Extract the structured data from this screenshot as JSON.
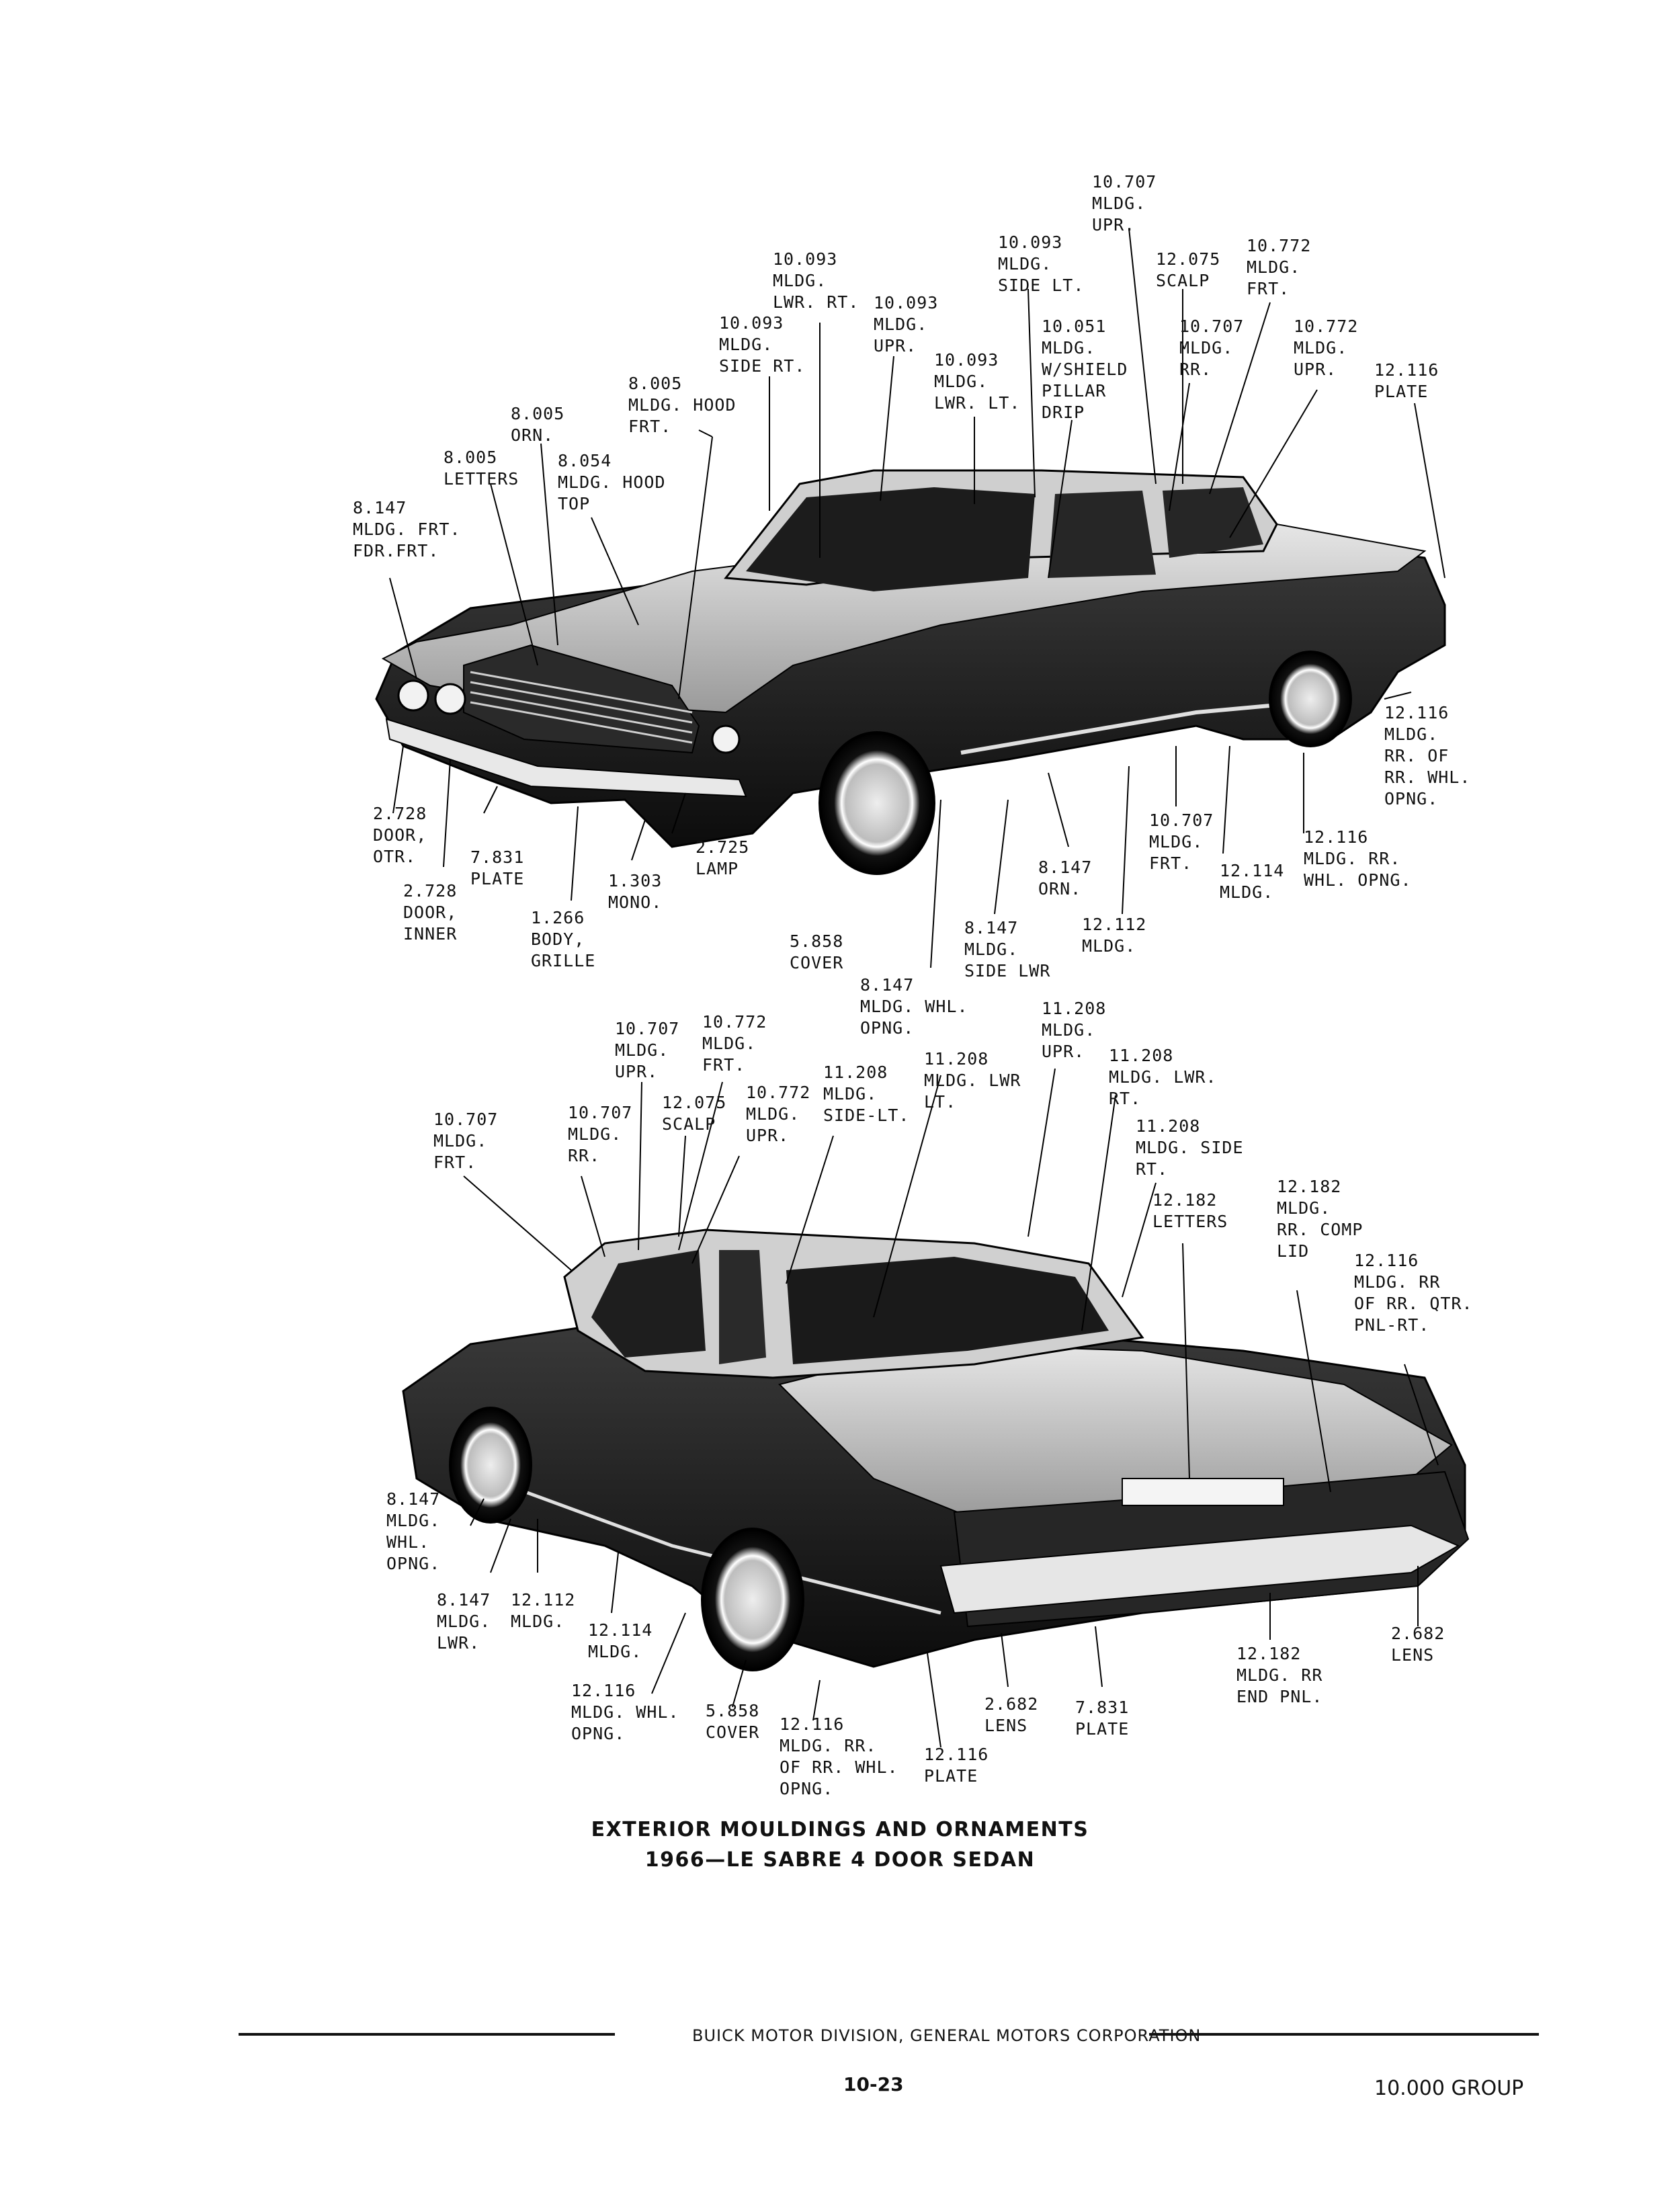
{
  "upper_callouts": [
    {
      "id": "u01",
      "text": "10.707\nMLDG.\nUPR."
    },
    {
      "id": "u02",
      "text": "10.093\nMLDG.\nSIDE LT."
    },
    {
      "id": "u03",
      "text": "12.075\nSCALP"
    },
    {
      "id": "u04",
      "text": "10.772\nMLDG.\nFRT."
    },
    {
      "id": "u05",
      "text": "10.093\nMLDG.\nLWR. RT."
    },
    {
      "id": "u06",
      "text": "10.093\nMLDG.\nUPR."
    },
    {
      "id": "u07",
      "text": "10.093\nMLDG.\nSIDE RT."
    },
    {
      "id": "u08",
      "text": "10.051\nMLDG.\nW/SHIELD\nPILLAR\nDRIP"
    },
    {
      "id": "u09",
      "text": "10.707\nMLDG.\nRR."
    },
    {
      "id": "u10",
      "text": "10.772\nMLDG.\nUPR."
    },
    {
      "id": "u11",
      "text": "12.116\nPLATE"
    },
    {
      "id": "u12",
      "text": "10.093\nMLDG.\nLWR. LT."
    },
    {
      "id": "u13",
      "text": "8.005\nMLDG. HOOD\nFRT."
    },
    {
      "id": "u14",
      "text": "8.005\nORN."
    },
    {
      "id": "u15",
      "text": "8.005\nLETTERS"
    },
    {
      "id": "u16",
      "text": "8.054\nMLDG. HOOD\nTOP"
    },
    {
      "id": "u17",
      "text": "8.147\nMLDG. FRT.\nFDR.FRT."
    },
    {
      "id": "u18",
      "text": "12.116\nMLDG.\nRR. OF\nRR. WHL.\nOPNG."
    },
    {
      "id": "u19",
      "text": "2.728\nDOOR,\nOTR."
    },
    {
      "id": "u20",
      "text": "7.831\nPLATE"
    },
    {
      "id": "u21",
      "text": "2.725\nLAMP"
    },
    {
      "id": "u22",
      "text": "10.707\nMLDG.\nFRT."
    },
    {
      "id": "u23",
      "text": "12.116\nMLDG. RR.\nWHL. OPNG."
    },
    {
      "id": "u24",
      "text": "8.147\nORN."
    },
    {
      "id": "u25",
      "text": "12.114\nMLDG."
    },
    {
      "id": "u26",
      "text": "2.728\nDOOR,\nINNER"
    },
    {
      "id": "u27",
      "text": "1.303\nMONO."
    },
    {
      "id": "u28",
      "text": "1.266\nBODY,\nGRILLE"
    },
    {
      "id": "u29",
      "text": "5.858\nCOVER"
    },
    {
      "id": "u30",
      "text": "8.147\nMLDG.\nSIDE LWR"
    },
    {
      "id": "u31",
      "text": "12.112\nMLDG."
    },
    {
      "id": "u32",
      "text": "8.147\nMLDG. WHL.\nOPNG."
    }
  ],
  "lower_callouts": [
    {
      "id": "l01",
      "text": "10.707\nMLDG.\nUPR."
    },
    {
      "id": "l02",
      "text": "10.772\nMLDG.\nFRT."
    },
    {
      "id": "l03",
      "text": "11.208\nMLDG.\nUPR."
    },
    {
      "id": "l04",
      "text": "11.208\nMLDG. LWR\nLT."
    },
    {
      "id": "l05",
      "text": "11.208\nMLDG. LWR.\nRT."
    },
    {
      "id": "l06",
      "text": "11.208\nMLDG.\nSIDE-LT."
    },
    {
      "id": "l07",
      "text": "12.075\nSCALP"
    },
    {
      "id": "l08",
      "text": "10.772\nMLDG.\nUPR."
    },
    {
      "id": "l09",
      "text": "10.707\nMLDG.\nFRT."
    },
    {
      "id": "l10",
      "text": "10.707\nMLDG.\nRR."
    },
    {
      "id": "l11",
      "text": "11.208\nMLDG. SIDE\nRT."
    },
    {
      "id": "l12",
      "text": "12.182\nLETTERS"
    },
    {
      "id": "l13",
      "text": "12.182\nMLDG.\nRR. COMP\nLID"
    },
    {
      "id": "l14",
      "text": "12.116\nMLDG. RR\nOF RR. QTR.\nPNL-RT."
    },
    {
      "id": "l15",
      "text": "8.147\nMLDG.\nWHL.\nOPNG."
    },
    {
      "id": "l16",
      "text": "8.147\nMLDG.\nLWR."
    },
    {
      "id": "l17",
      "text": "12.112\nMLDG."
    },
    {
      "id": "l18",
      "text": "12.114\nMLDG."
    },
    {
      "id": "l19",
      "text": "12.116\nMLDG. WHL.\nOPNG."
    },
    {
      "id": "l20",
      "text": "5.858\nCOVER"
    },
    {
      "id": "l21",
      "text": "12.116\nMLDG. RR.\nOF RR. WHL.\nOPNG."
    },
    {
      "id": "l22",
      "text": "12.116\nPLATE"
    },
    {
      "id": "l23",
      "text": "2.682\nLENS"
    },
    {
      "id": "l24",
      "text": "7.831\nPLATE"
    },
    {
      "id": "l25",
      "text": "12.182\nMLDG. RR\nEND PNL."
    },
    {
      "id": "l26",
      "text": "2.682\nLENS"
    }
  ],
  "caption": {
    "line1": "EXTERIOR MOULDINGS AND ORNAMENTS",
    "line2": "1966—LE SABRE 4 DOOR SEDAN"
  },
  "footer": {
    "division": "BUICK MOTOR DIVISION, GENERAL MOTORS CORPORATION",
    "page_number": "10-23",
    "group": "10.000 GROUP"
  },
  "colors": {
    "ink": "#111111",
    "body_dark": "#1a1a1a",
    "chrome": "#d8d8d8"
  }
}
